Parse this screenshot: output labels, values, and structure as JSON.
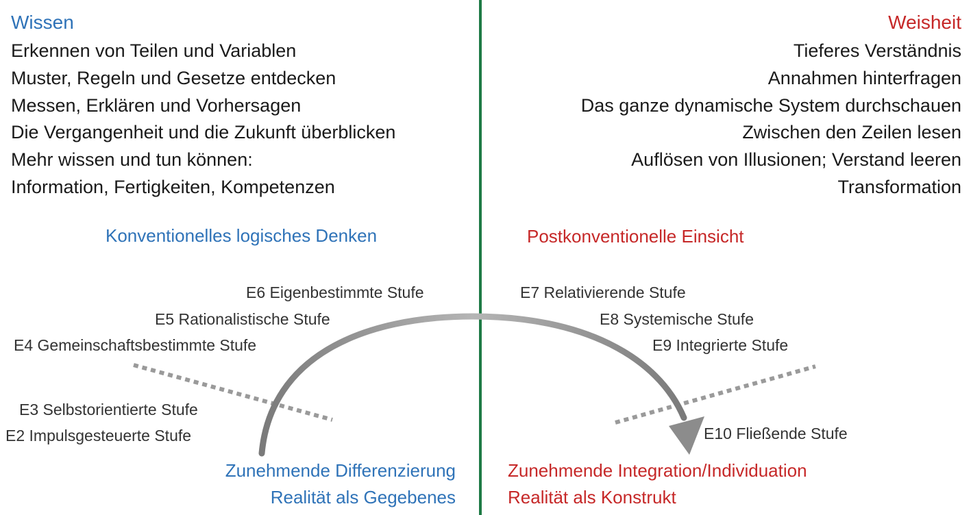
{
  "colors": {
    "blue": "#2f73b8",
    "red": "#c62828",
    "divider": "#1e7a45",
    "arc": "#8c8c8c",
    "dotted": "#9a9a9a"
  },
  "left": {
    "title": "Wissen",
    "lines": [
      "Erkennen von Teilen und Variablen",
      "Muster, Regeln und Gesetze entdecken",
      "Messen, Erklären und Vorhersagen",
      "Die Vergangenheit und die Zukunft überblicken",
      "Mehr wissen und tun können:",
      "Information, Fertigkeiten, Kompetenzen"
    ],
    "subtitle": "Konventionelles logisches Denken",
    "stages": [
      "E6 Eigenbestimmte Stufe",
      "E5 Rationalistische Stufe",
      "E4 Gemeinschaftsbestimmte Stufe",
      "E3 Selbstorientierte Stufe",
      "E2 Impulsgesteuerte Stufe"
    ],
    "bottom": [
      "Zunehmende Differenzierung",
      "Realität als Gegebenes"
    ]
  },
  "right": {
    "title": "Weisheit",
    "lines": [
      "Tieferes Verständnis",
      "Annahmen hinterfragen",
      "Das ganze dynamische System durchschauen",
      "Zwischen den Zeilen lesen",
      "Auflösen von Illusionen; Verstand leeren",
      "Transformation"
    ],
    "subtitle": "Postkonventionelle Einsicht",
    "stages": [
      "E7 Relativierende Stufe",
      "E8 Systemische Stufe",
      "E9 Integrierte Stufe",
      "E10 Fließende Stufe"
    ],
    "bottom": [
      "Zunehmende Integration/Individuation",
      "Realität als Konstrukt"
    ]
  }
}
